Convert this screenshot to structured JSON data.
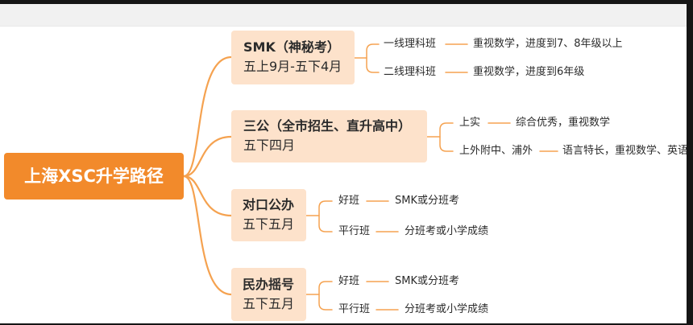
{
  "root": {
    "label": "上海XSC升学路径"
  },
  "branches": [
    {
      "title": "SMK（神秘考）",
      "subtitle": "五上9月-五下4月",
      "children": [
        {
          "label": "一线理科班",
          "detail": "重视数学，进度到7、8年级以上"
        },
        {
          "label": "二线理科班",
          "detail": "重视数学，进度到6年级"
        }
      ]
    },
    {
      "title": "三公（全市招生、直升高中）",
      "subtitle": "五下四月",
      "children": [
        {
          "label": "上实",
          "detail": "综合优秀，重视数学"
        },
        {
          "label": "上外附中、浦外",
          "detail": "语言特长，重视数学、英语"
        }
      ]
    },
    {
      "title": "对口公办",
      "subtitle": "五下五月",
      "children": [
        {
          "label": "好班",
          "detail": "SMK或分班考"
        },
        {
          "label": "平行班",
          "detail": "分班考或小学成绩"
        }
      ]
    },
    {
      "title": "民办摇号",
      "subtitle": "五下五月",
      "children": [
        {
          "label": "好班",
          "detail": "SMK或分班考"
        },
        {
          "label": "平行班",
          "detail": "分班考或小学成绩"
        }
      ]
    }
  ],
  "colors": {
    "root_fill": "#F28A2B",
    "root_text": "#FFFFFF",
    "branch_fill": "#FDE2CB",
    "connector": "#F5A250",
    "text": "#2B2B2B",
    "frame": "#151515",
    "band": "#F1F1F1"
  }
}
